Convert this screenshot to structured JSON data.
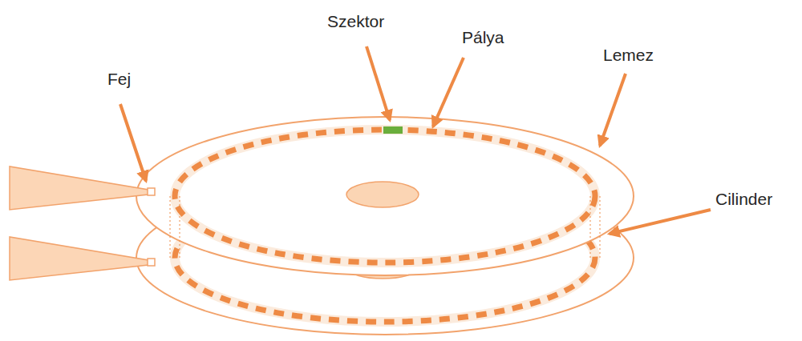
{
  "diagram": {
    "labels": [
      "Szektor",
      "Pálya",
      "Lemez",
      "Fej",
      "Cilinder"
    ]
  }
}
